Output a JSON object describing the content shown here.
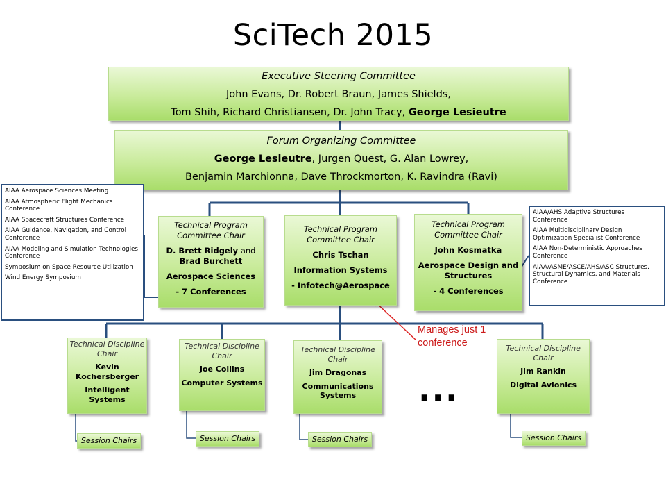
{
  "title": "SciTech 2015",
  "executive": {
    "heading": "Executive Steering Committee",
    "line1": "John Evans, Dr. Robert Braun, James Shields,",
    "line2_regular": "Tom Shih, Richard Christiansen, Dr. John Tracy, ",
    "line2_bold": "George Lesieutre"
  },
  "forum": {
    "heading": "Forum Organizing Committee",
    "line1_bold": "George Lesieutre",
    "line1_regular": ", Jurgen Quest, G. Alan Lowrey,",
    "line2": "Benjamin Marchionna, Dave Throckmorton, K. Ravindra (Ravi)"
  },
  "program_chairs": [
    {
      "heading": "Technical Program Committee Chair",
      "name_bold_1": "D. Brett Ridgely",
      "name_joiner": " and ",
      "name_bold_2": "Brad Burchett",
      "area": "Aerospace Sciences",
      "scope": "- 7 Conferences"
    },
    {
      "heading": "Technical Program Committee Chair",
      "name": "Chris Tschan",
      "area": "Information Systems",
      "scope": "- Infotech@Aerospace"
    },
    {
      "heading": "Technical Program Committee Chair",
      "name": "John Kosmatka",
      "area": "Aerospace Design and Structures",
      "scope": "- 4 Conferences"
    }
  ],
  "discipline_chairs": [
    {
      "heading": "Technical Discipline Chair",
      "name": "Kevin Kochersberger",
      "area": "Intelligent Systems"
    },
    {
      "heading": "Technical Discipline Chair",
      "name": "Joe Collins",
      "area": "Computer Systems"
    },
    {
      "heading": "Technical Discipline Chair",
      "name": "Jim Dragonas",
      "area": "Communications Systems"
    },
    {
      "heading": "Technical Discipline Chair",
      "name": "Jim Rankin",
      "area": "Digital Avionics"
    }
  ],
  "session_chairs_label": "Session Chairs",
  "callout_left": [
    "AIAA Aerospace Sciences Meeting",
    "AIAA Atmospheric Flight Mechanics Conference",
    "AIAA Spacecraft Structures Conference",
    "AIAA Guidance, Navigation, and Control Conference",
    "AIAA Modeling and Simulation Technologies Conference",
    "Symposium on Space Resource Utilization",
    "Wind Energy Symposium"
  ],
  "callout_right": [
    "AIAA/AHS Adaptive Structures Conference",
    "AIAA Multidisciplinary Design Optimization Specialist Conference",
    "AIAA Non-Deterministic Approaches Conference",
    "AIAA/ASME/ASCE/AHS/ASC Structures, Structural Dynamics, and Materials Conference"
  ],
  "note": "Manages just 1 conference",
  "ellipsis": "...",
  "colors": {
    "connector": "#2a4f7f",
    "box_fill_top": "#eaf8d6",
    "box_fill_bottom": "#a9dd6a",
    "note_text": "#cc1a1a"
  }
}
